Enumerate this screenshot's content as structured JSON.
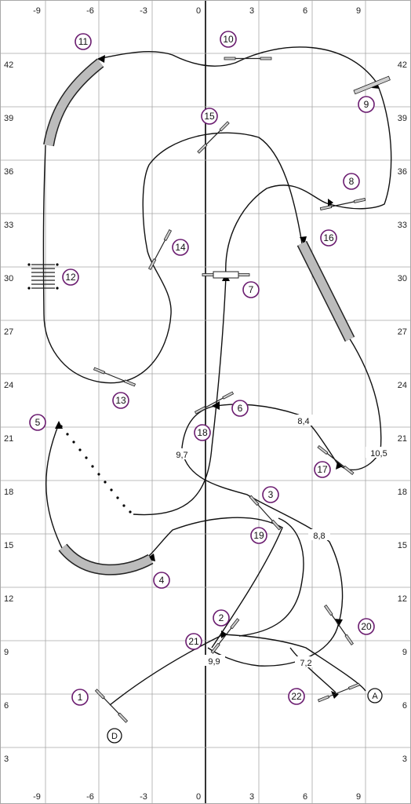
{
  "axes": {
    "x_labels": [
      "-9",
      "-6",
      "-3",
      "0",
      "3",
      "6",
      "9"
    ],
    "y_labels": [
      "42",
      "39",
      "36",
      "33",
      "30",
      "27",
      "24",
      "21",
      "18",
      "15",
      "12",
      "9",
      "6",
      "3"
    ]
  },
  "obstacles": {
    "numbers": [
      "1",
      "2",
      "3",
      "4",
      "5",
      "6",
      "7",
      "8",
      "9",
      "10",
      "11",
      "12",
      "13",
      "14",
      "15",
      "16",
      "17",
      "18",
      "19",
      "20",
      "21",
      "22"
    ],
    "start_label": "A",
    "finish_label": "D"
  },
  "distances": [
    "8,4",
    "9,7",
    "10,5",
    "8,8",
    "9,9",
    "7,2"
  ],
  "colors": {
    "number_ring": "#6a1b6f",
    "tunnel_fill": "#bcbcbc",
    "grid": "#a8a8a8"
  }
}
